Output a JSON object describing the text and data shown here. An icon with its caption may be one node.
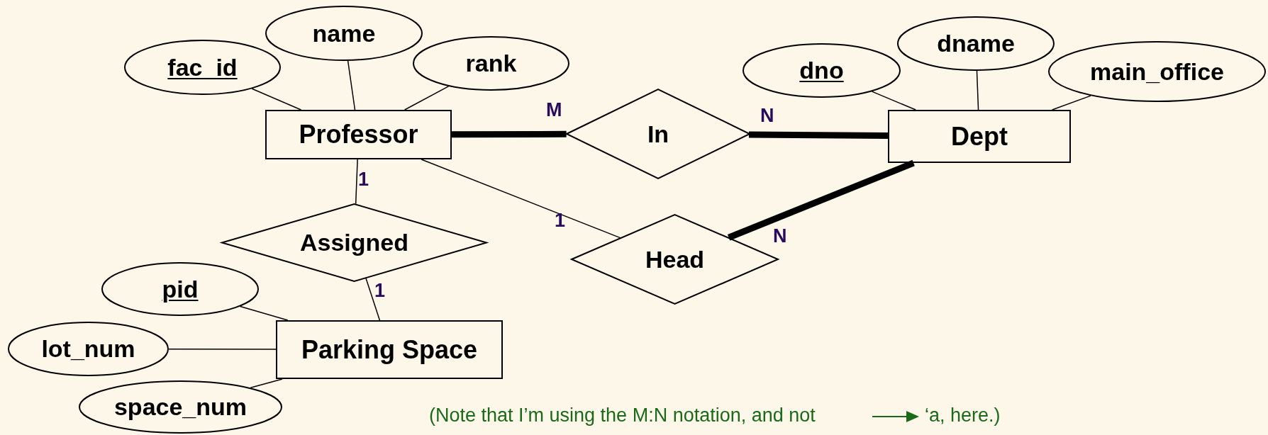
{
  "diagram": {
    "nodes": [
      {
        "text": [
          "name"
        ]
      },
      {
        "text": [
          "fac_id"
        ]
      },
      {
        "text": [
          "rank"
        ]
      },
      {
        "text": [
          "dname"
        ]
      },
      {
        "text": [
          "dno"
        ]
      },
      {
        "text": [
          "main_office"
        ]
      },
      {
        "text": [
          "Professor"
        ]
      },
      {
        "text": [
          "In"
        ]
      },
      {
        "text": [
          "Dept"
        ]
      },
      {
        "text": [
          "Assigned"
        ]
      },
      {
        "text": [
          "Head"
        ]
      },
      {
        "text": [
          "pid"
        ]
      },
      {
        "text": [
          "lot_num"
        ]
      },
      {
        "text": [
          "Parking Space"
        ]
      },
      {
        "text": [
          "space_num"
        ]
      }
    ],
    "edges": [
      {
        "from": 1,
        "to": 6,
        "arrow": "none"
      },
      {
        "from": 0,
        "to": 6,
        "arrow": "none"
      },
      {
        "from": 2,
        "to": 6,
        "arrow": "none"
      },
      {
        "from": 4,
        "to": 8,
        "arrow": "none"
      },
      {
        "from": 3,
        "to": 8,
        "arrow": "none"
      },
      {
        "from": 5,
        "to": 8,
        "arrow": "none"
      },
      {
        "from": 11,
        "to": 13,
        "arrow": "none"
      },
      {
        "from": 12,
        "to": 13,
        "arrow": "none"
      },
      {
        "from": 14,
        "to": 13,
        "arrow": "none"
      },
      {
        "from": 6,
        "to": 7,
        "arrow": "none",
        "label": "M",
        "style": "thick"
      },
      {
        "from": 7,
        "to": 8,
        "arrow": "none",
        "label": "N",
        "style": "thick"
      },
      {
        "from": 6,
        "to": 9,
        "arrow": "none",
        "label": "1"
      },
      {
        "from": 9,
        "to": 13,
        "arrow": "none",
        "label": "1"
      },
      {
        "from": 6,
        "to": 10,
        "arrow": "none",
        "label": "1"
      },
      {
        "from": 10,
        "to": 8,
        "arrow": "none",
        "label": "N",
        "style": "thick"
      }
    ],
    "labels": [
      "(Note that I’m using the M:N notation, and not",
      "‘a, here.)"
    ]
  }
}
